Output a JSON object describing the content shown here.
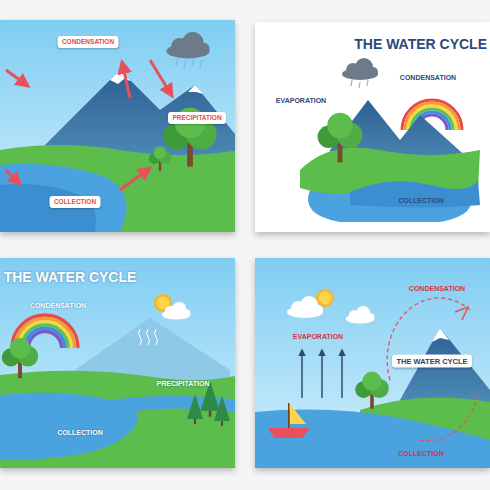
{
  "diagram": {
    "nodes": [
      {
        "text": [
          "CONDENSATION"
        ]
      },
      {
        "text": [
          "PRECIPITATION"
        ]
      },
      {
        "text": [
          "COLLECTION"
        ]
      },
      {
        "text": [
          "THE WATER CYCLE"
        ]
      }
    ],
    "labels": [
      "THE WATER CYCLE",
      "CONDENSATION",
      "EVAPORATION",
      "COLLECTION",
      "THE WATER CYCLE",
      "CONDENSATION",
      "PRECIPITATION",
      "COLLECTION",
      "CONDENSATION",
      "EVAPORATION",
      "COLLECTION"
    ]
  }
}
